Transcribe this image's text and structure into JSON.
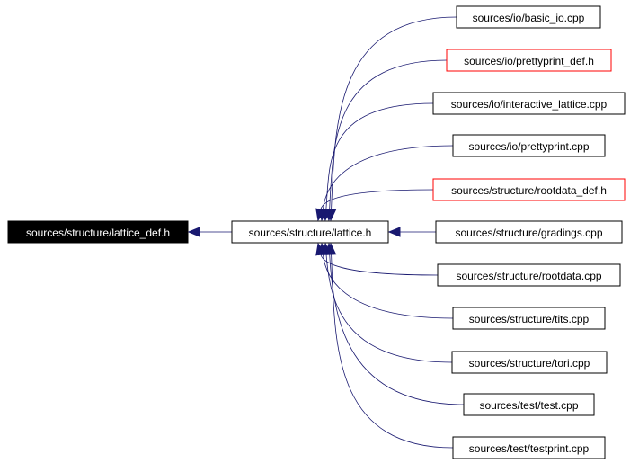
{
  "colors": {
    "edge": "#191970",
    "node_border": "#000000",
    "node_border_unresolved": "#ff0000",
    "root_fill": "#000000",
    "root_text": "#ffffff"
  },
  "graph": {
    "root": {
      "label": "sources/structure/lattice_def.h"
    },
    "hub": {
      "label": "sources/structure/lattice.h"
    },
    "includers": [
      {
        "label": "sources/io/basic_io.cpp",
        "unresolved": false
      },
      {
        "label": "sources/io/prettyprint_def.h",
        "unresolved": true
      },
      {
        "label": "sources/io/interactive_lattice.cpp",
        "unresolved": false
      },
      {
        "label": "sources/io/prettyprint.cpp",
        "unresolved": false
      },
      {
        "label": "sources/structure/rootdata_def.h",
        "unresolved": true
      },
      {
        "label": "sources/structure/gradings.cpp",
        "unresolved": false
      },
      {
        "label": "sources/structure/rootdata.cpp",
        "unresolved": false
      },
      {
        "label": "sources/structure/tits.cpp",
        "unresolved": false
      },
      {
        "label": "sources/structure/tori.cpp",
        "unresolved": false
      },
      {
        "label": "sources/test/test.cpp",
        "unresolved": false
      },
      {
        "label": "sources/test/testprint.cpp",
        "unresolved": false
      }
    ]
  }
}
